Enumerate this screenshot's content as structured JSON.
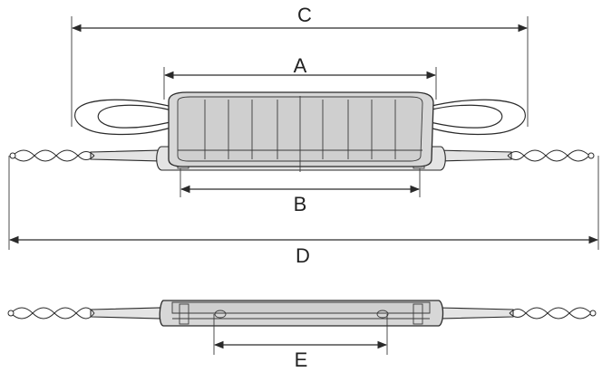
{
  "dimensions": {
    "a_label": "A",
    "b_label": "B",
    "c_label": "C",
    "d_label": "D",
    "e_label": "E"
  },
  "colors": {
    "line": "#2a2a2a",
    "pad_fill": "#d7d7d7",
    "strap_fill": "#e4e4e4",
    "background": "#ffffff"
  }
}
